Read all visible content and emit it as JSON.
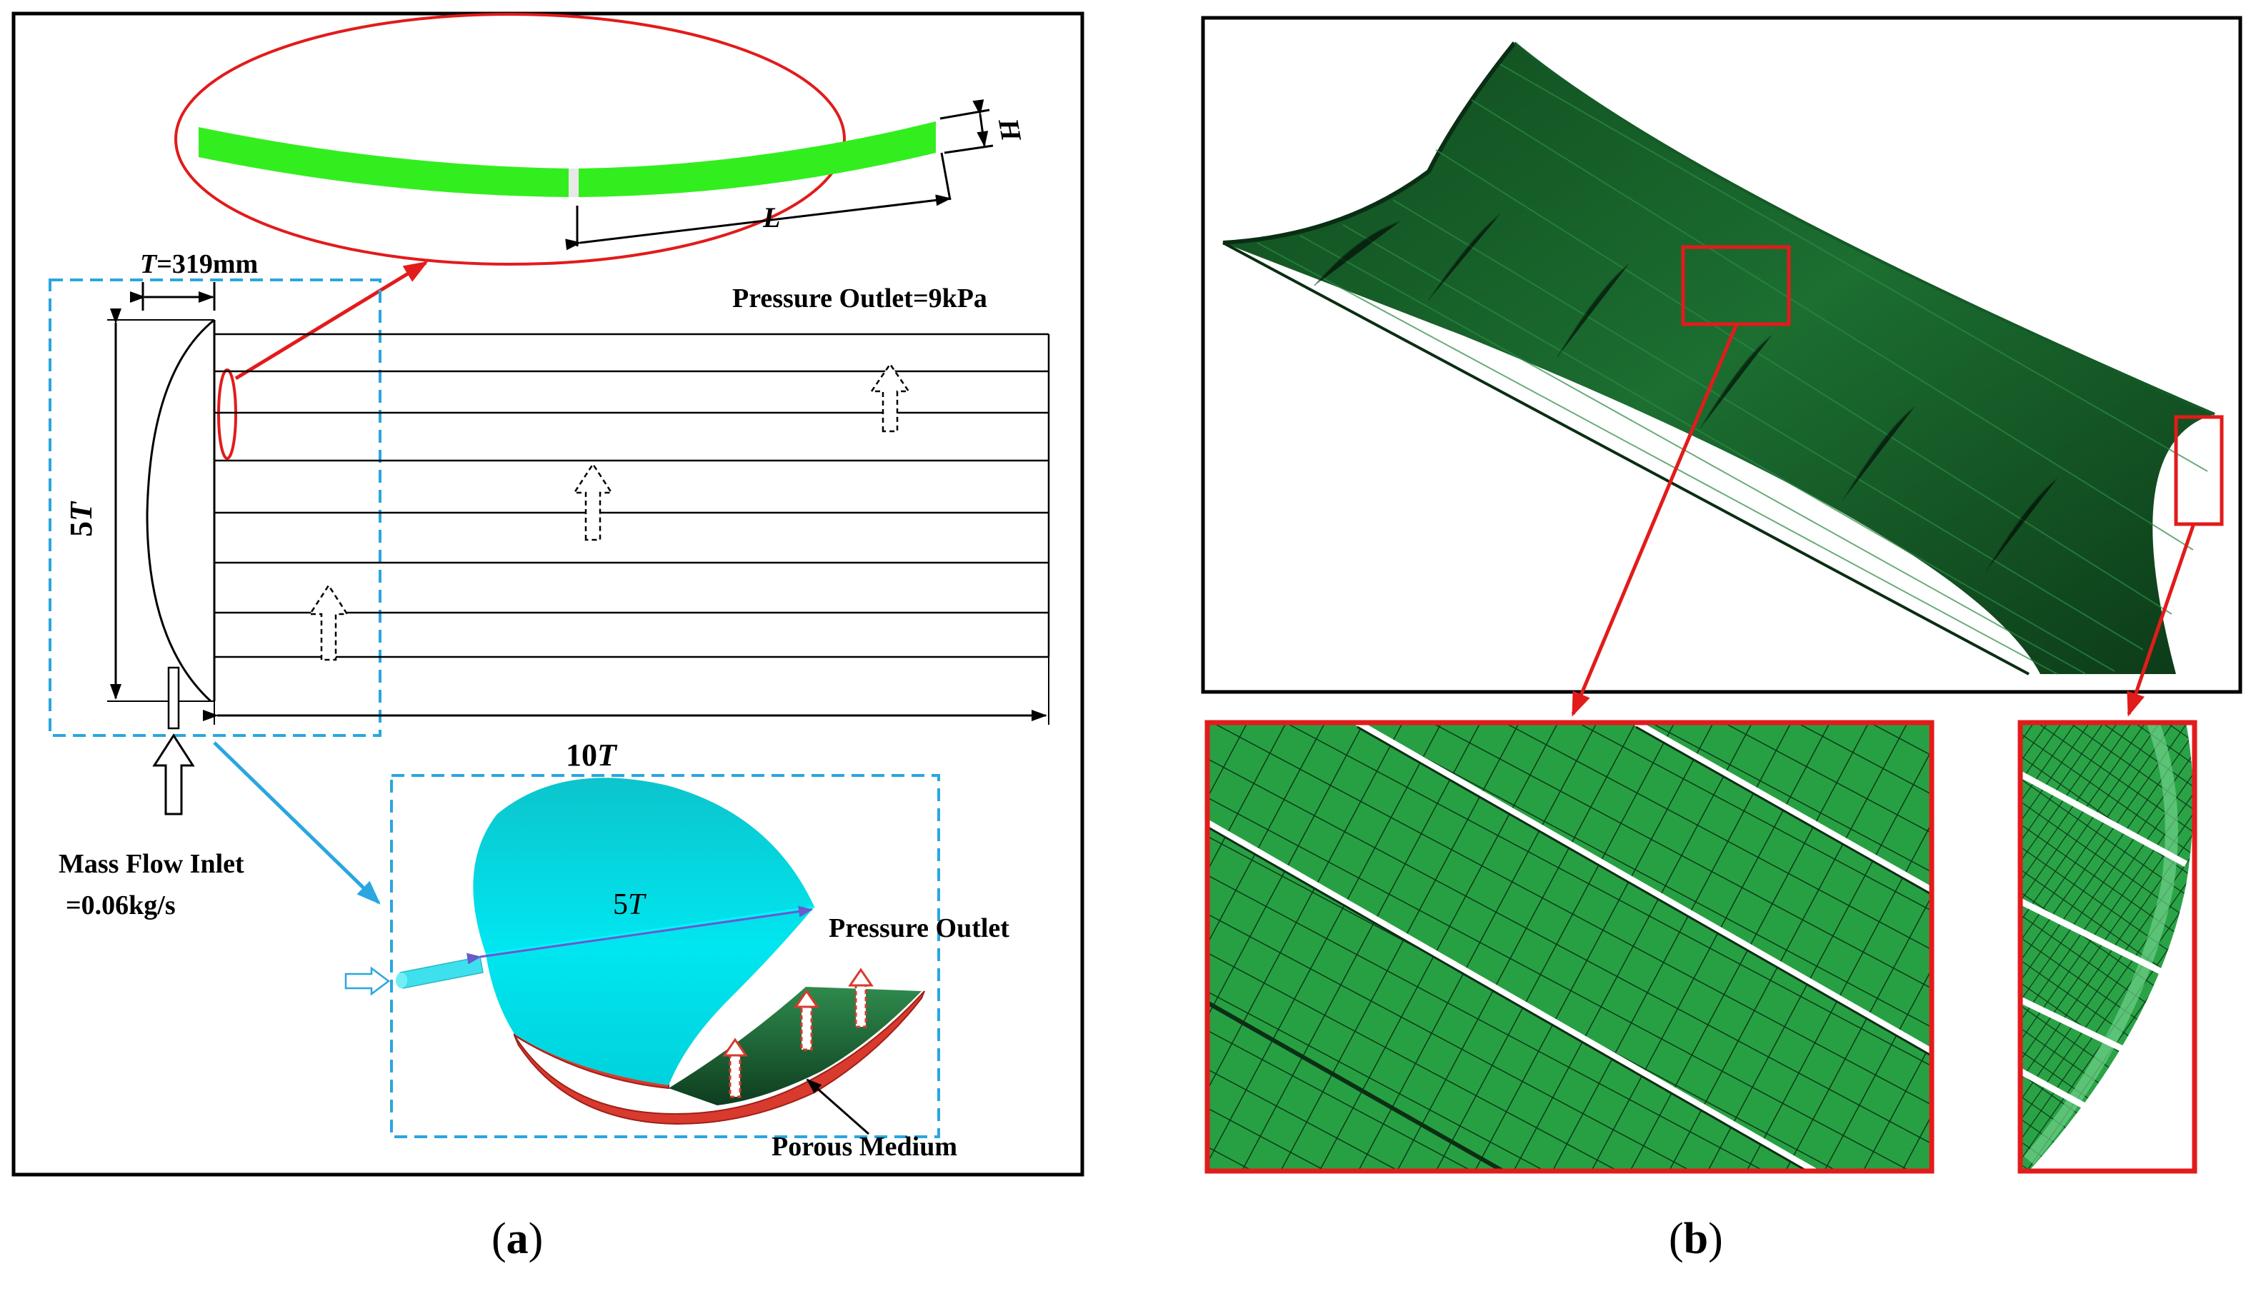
{
  "panel_a": {
    "caption_open": "(",
    "caption_letter": "a",
    "caption_close": ")",
    "zoom_label_H": "H",
    "zoom_label_L": "L",
    "thickness_label_T": "T",
    "thickness_label_value": "=319mm",
    "height_label_num": "5",
    "height_label_T": "T",
    "length_label_num": "10",
    "length_label_T": "T",
    "pressure_outlet_label": "Pressure Outlet=9kPa",
    "mass_flow_label_line1": "Mass Flow Inlet",
    "mass_flow_label_line2": "=0.06kg/s",
    "model_label_num": "5",
    "model_label_T": "T",
    "model_pressure_outlet": "Pressure Outlet",
    "model_porous_medium": "Porous Medium"
  },
  "panel_b": {
    "caption_open": "(",
    "caption_letter": "b",
    "caption_close": ")"
  },
  "colors": {
    "mesh_green": "#1f8a3a",
    "mesh_dark": "#0c3d17",
    "highlight_red": "#e21b1b",
    "dashed_blue": "#2aa6e0",
    "blade_green": "#33ee1f",
    "model_cyan": "#00e3ee",
    "model_red": "#d83a2e",
    "model_green": "#1e7a3c"
  }
}
